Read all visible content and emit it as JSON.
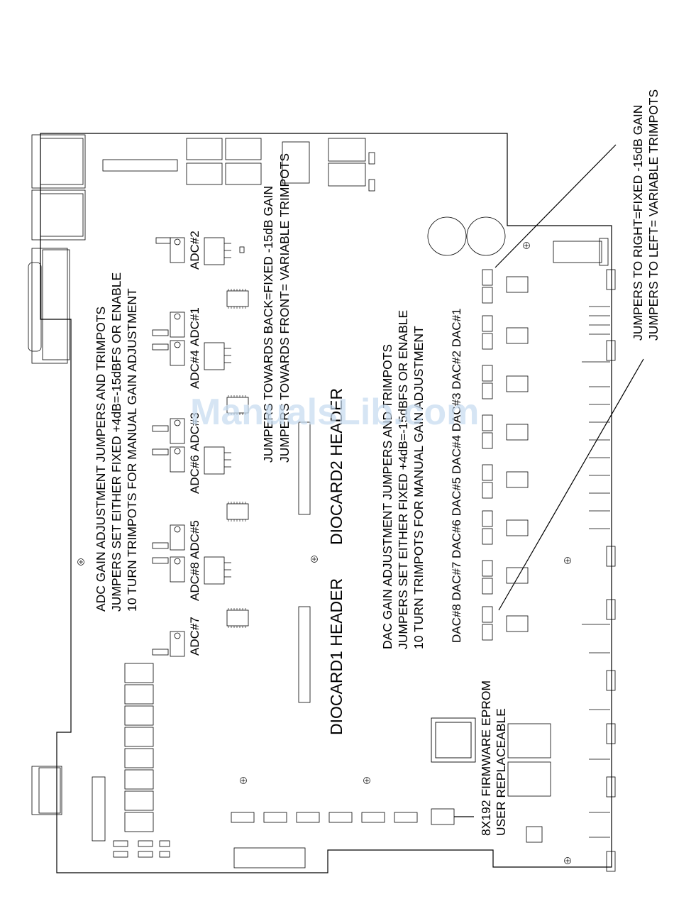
{
  "watermark": "ManualsLib.com",
  "notes": {
    "adc_gain": [
      "ADC  GAIN ADJUSTMENT JUMPERS AND TRIMPOTS",
      "JUMPERS SET EITHER FIXED +4dB=-15dBFS OR ENABLE",
      "10 TURN TRIMPOTS FOR MANUAL GAIN ADJUSTMENT"
    ],
    "jumpers_back_front": [
      "JUMPERS TOWARDS BACK=FIXED -15dB GAIN",
      "JUMPERS TOWARDS FRONT= VARIABLE TRIMPOTS"
    ],
    "dac_gain": [
      "DAC GAIN ADJUSTMENT JUMPERS AND TRIMPOTS",
      "JUMPERS SET EITHER FIXED +4dB=-15dBFS OR ENABLE",
      "10 TURN TRIMPOTS FOR MANUAL GAIN ADJUSTMENT"
    ],
    "jumpers_right_left": [
      "JUMPERS TO RIGHT=FIXED -15dB GAIN",
      "JUMPERS TO LEFT= VARIABLE TRIMPOTS"
    ],
    "firmware": [
      "8X192 FIRMWARE EPROM",
      "USER REPLACEABLE"
    ]
  },
  "headers": {
    "diocard1": "DIOCARD1 HEADER",
    "diocard2": "DIOCARD2 HEADER"
  },
  "adc_labels": [
    "ADC#2",
    "ADC#1",
    "ADC#4",
    "ADC#3",
    "ADC#6",
    "ADC#5",
    "ADC#8",
    "ADC#7"
  ],
  "dac_labels": "DAC#8 DAC#7 DAC#6 DAC#5 DAC#4 DAC#3 DAC#2 DAC#1",
  "colors": {
    "ink": "#000000",
    "board": "#ffffff",
    "watermark": "#c9ddf1"
  }
}
